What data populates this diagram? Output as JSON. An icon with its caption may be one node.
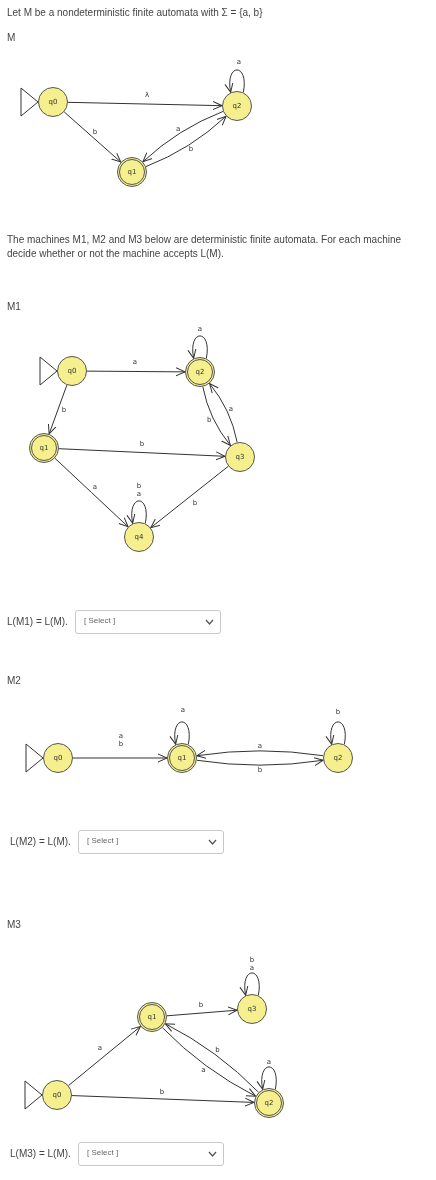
{
  "diagram": {
    "nodes": [
      {
        "text": [
          "q0"
        ]
      },
      {
        "text": [
          "q2"
        ]
      },
      {
        "text": [
          "q1"
        ]
      },
      {
        "text": [
          "q0"
        ]
      },
      {
        "text": [
          "q2"
        ]
      },
      {
        "text": [
          "q1"
        ]
      },
      {
        "text": [
          "q3"
        ]
      },
      {
        "text": [
          "q4"
        ]
      },
      {
        "text": [
          "q0"
        ]
      },
      {
        "text": [
          "q1"
        ]
      },
      {
        "text": [
          "q2"
        ]
      },
      {
        "text": [
          "q3"
        ]
      },
      {
        "text": [
          "q1"
        ]
      },
      {
        "text": [
          "q0"
        ]
      },
      {
        "text": [
          "q2"
        ]
      }
    ],
    "edges": [
      {
        "from": 0,
        "to": 1,
        "arrow": "to",
        "label": "λ"
      },
      {
        "from": 0,
        "to": 2,
        "arrow": "to",
        "label": "b"
      },
      {
        "from": 2,
        "to": 1,
        "arrow": "to",
        "label": "b"
      },
      {
        "from": 1,
        "to": 2,
        "arrow": "to",
        "label": "a"
      },
      {
        "from": 1,
        "to": 1,
        "arrow": "to",
        "label": "a"
      },
      {
        "from": 3,
        "to": 4,
        "arrow": "to",
        "label": "a"
      },
      {
        "from": 3,
        "to": 5,
        "arrow": "to",
        "label": "b"
      },
      {
        "from": 4,
        "to": 4,
        "arrow": "to",
        "label": "a"
      },
      {
        "from": 4,
        "to": 6,
        "arrow": "to",
        "label": "b"
      },
      {
        "from": 6,
        "to": 4,
        "arrow": "to",
        "label": "a"
      },
      {
        "from": 5,
        "to": 6,
        "arrow": "to",
        "label": "b"
      },
      {
        "from": 5,
        "to": 7,
        "arrow": "to",
        "label": "a"
      },
      {
        "from": 7,
        "to": 7,
        "arrow": "to",
        "label": "b a"
      },
      {
        "from": 6,
        "to": 7,
        "arrow": "to",
        "label": "b"
      },
      {
        "from": 8,
        "to": 9,
        "arrow": "to",
        "label": "a b"
      },
      {
        "from": 9,
        "to": 9,
        "arrow": "to",
        "label": "a"
      },
      {
        "from": 9,
        "to": 10,
        "arrow": "to",
        "label": "b"
      },
      {
        "from": 10,
        "to": 9,
        "arrow": "to",
        "label": "a"
      },
      {
        "from": 10,
        "to": 10,
        "arrow": "to",
        "label": "b"
      },
      {
        "from": 13,
        "to": 12,
        "arrow": "to",
        "label": "a"
      },
      {
        "from": 12,
        "to": 11,
        "arrow": "to",
        "label": "b"
      },
      {
        "from": 11,
        "to": 11,
        "arrow": "to",
        "label": "b a"
      },
      {
        "from": 12,
        "to": 14,
        "arrow": "to",
        "label": "a"
      },
      {
        "from": 14,
        "to": 12,
        "arrow": "to",
        "label": "b"
      },
      {
        "from": 14,
        "to": 14,
        "arrow": "to",
        "label": "a"
      },
      {
        "from": 13,
        "to": 14,
        "arrow": "to",
        "label": "b"
      }
    ],
    "labels": [
      "Let M be a nondeterministic finite automata with Σ = {a, b}",
      "M",
      "The machines M1, M2 and M3 below are deterministic finite automata. For each machine decide whether or not the machine accepts L(M).",
      "M1",
      "L(M1) = L(M).",
      "[ Select ]",
      "M2",
      "L(M2) = L(M).",
      "[ Select ]",
      "M3",
      "L(M3) = L(M).",
      "[ Select ]"
    ]
  }
}
